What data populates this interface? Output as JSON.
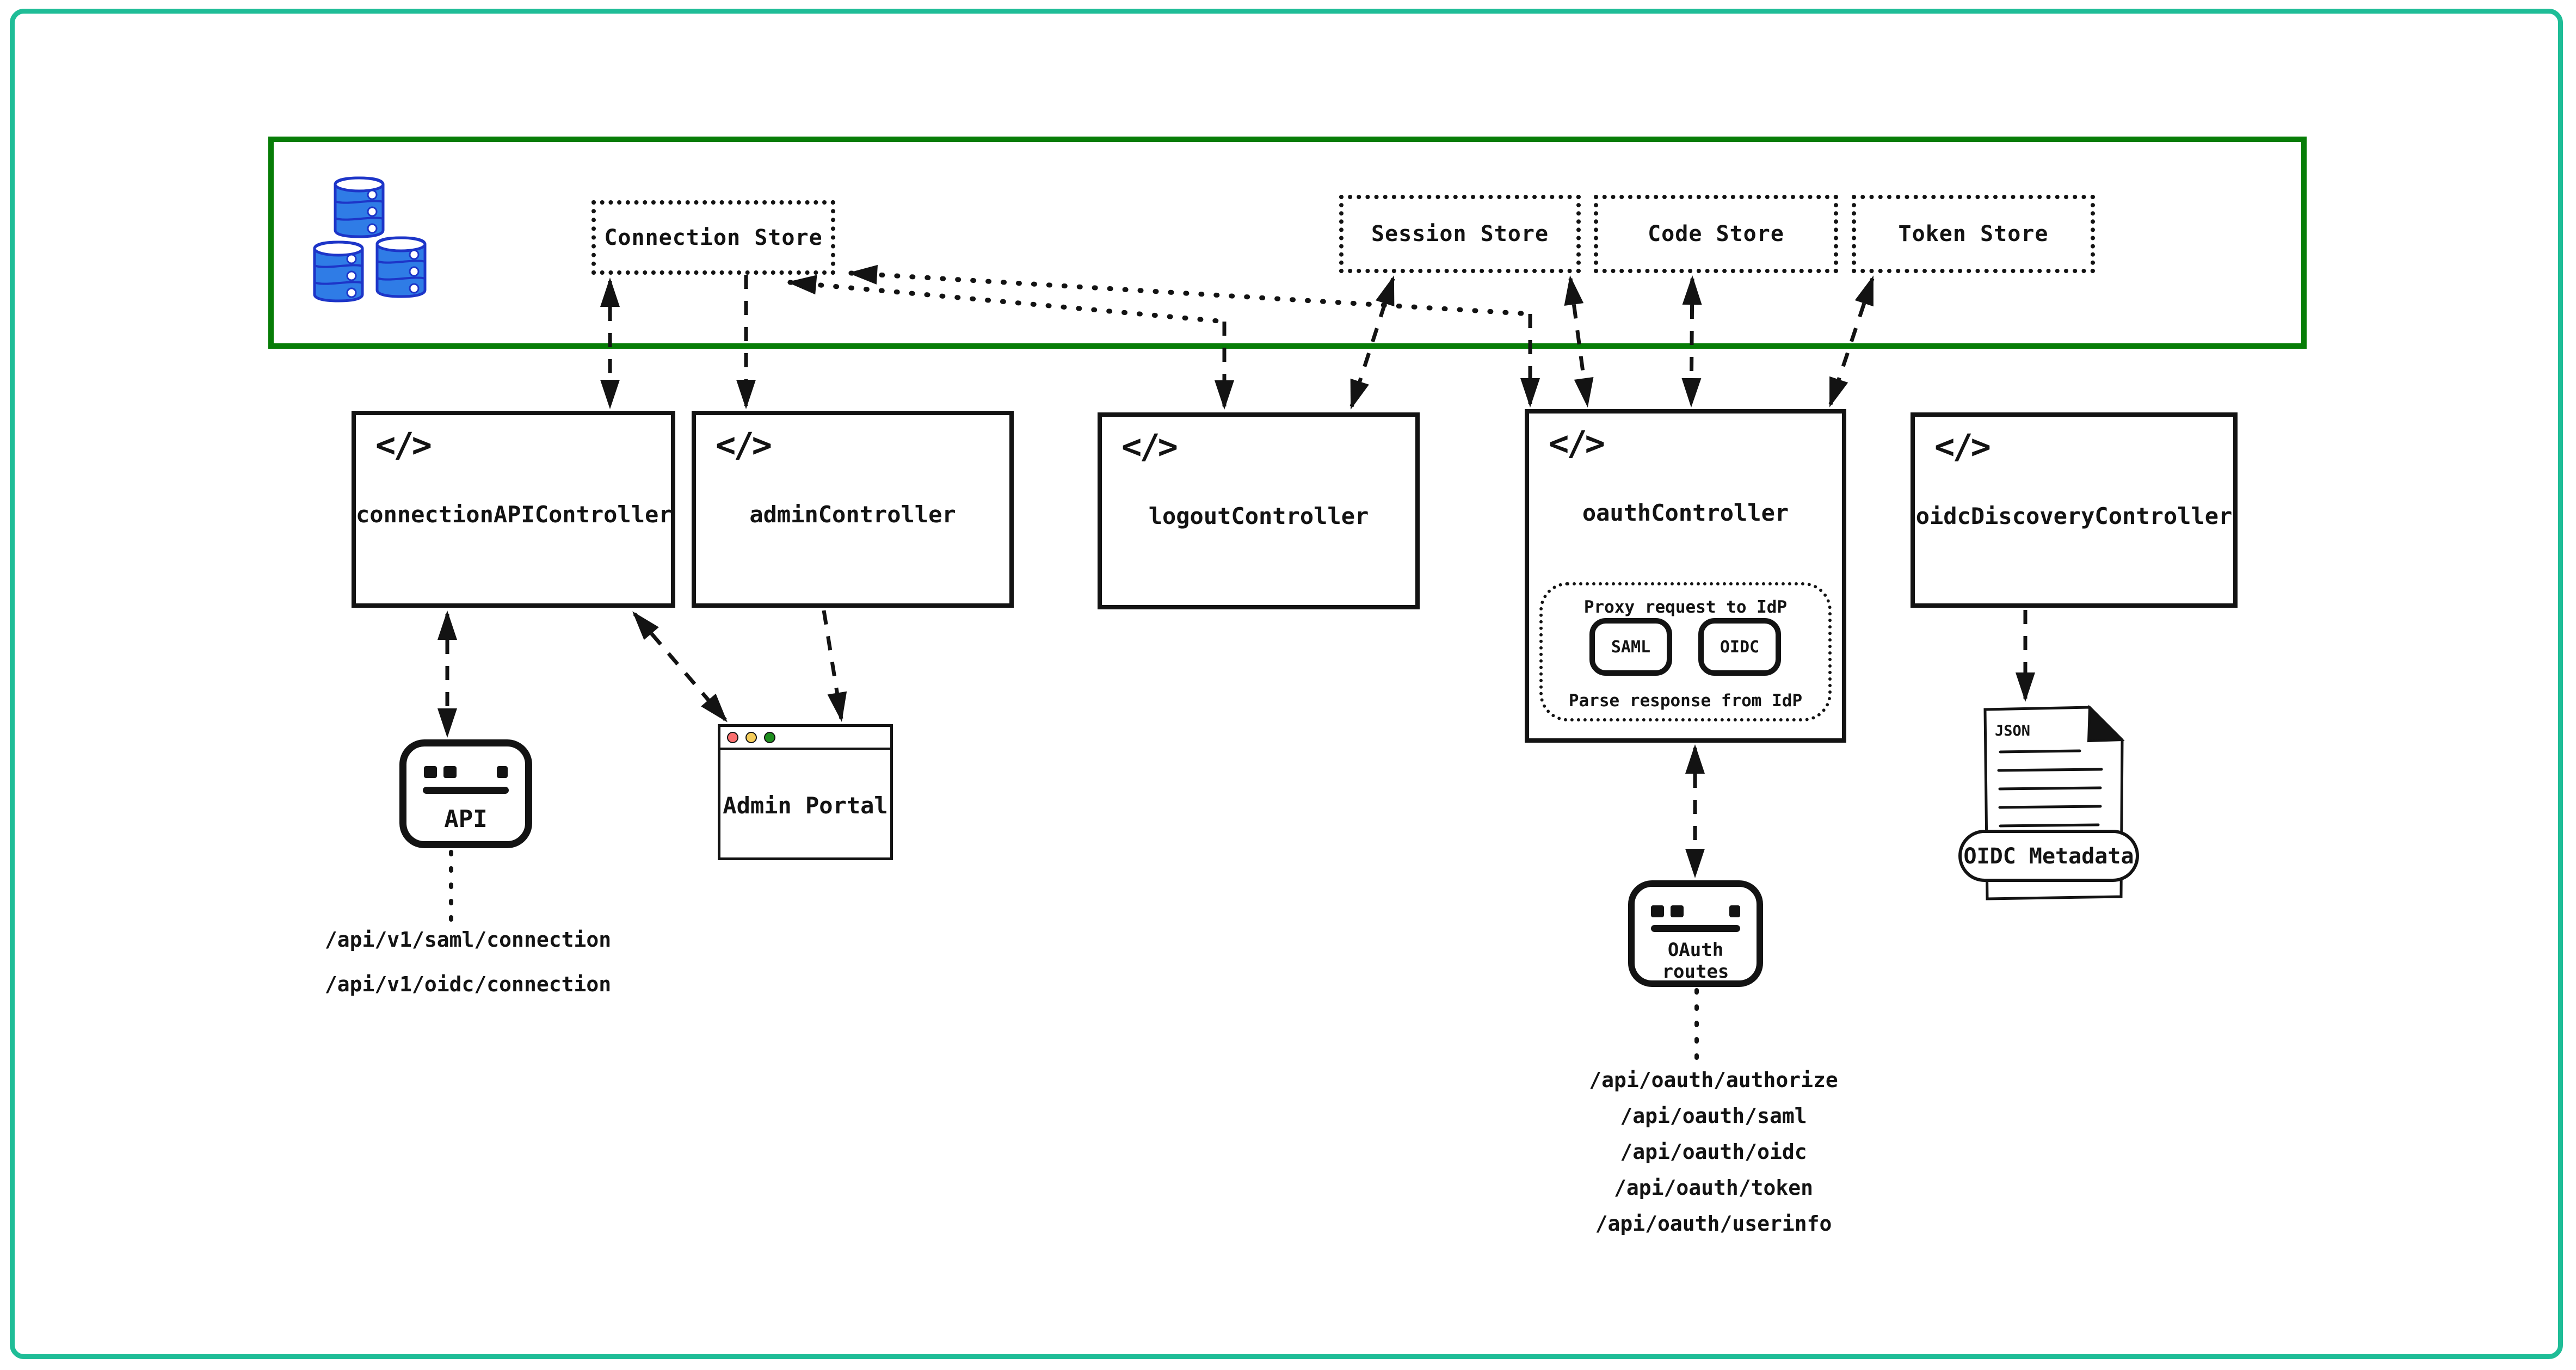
{
  "colors": {
    "frame_teal": "#1fbd97",
    "zone_green": "#077d07",
    "db_fill": "#2f7ce6",
    "db_stroke": "#1d35c8",
    "ink": "#131313",
    "traffic_red": "#fb6f6f",
    "traffic_yellow": "#f5cd5a",
    "traffic_green": "#1e8e1e"
  },
  "storage_zone": {
    "database_icon": "database-cylinders",
    "stores": [
      {
        "label": "Connection Store"
      },
      {
        "label": "Session Store"
      },
      {
        "label": "Code Store"
      },
      {
        "label": "Token Store"
      }
    ]
  },
  "controllers": [
    {
      "icon": "</>",
      "label": "connectionAPIController"
    },
    {
      "icon": "</>",
      "label": "adminController"
    },
    {
      "icon": "</>",
      "label": "logoutController"
    },
    {
      "icon": "</>",
      "label": "oauthController",
      "idp_box": {
        "title": "Proxy request to IdP",
        "protocols": [
          "SAML",
          "OIDC"
        ],
        "footer": "Parse response from IdP"
      }
    },
    {
      "icon": "</>",
      "label": "oidcDiscoveryController"
    }
  ],
  "clients": {
    "api": {
      "label": "API",
      "routes": [
        "/api/v1/saml/connection",
        "/api/v1/oidc/connection"
      ]
    },
    "admin_portal": {
      "label": "Admin Portal"
    },
    "oauth_routes": {
      "label": "OAuth routes",
      "routes": [
        "/api/oauth/authorize",
        "/api/oauth/saml",
        "/api/oauth/oidc",
        "/api/oauth/token",
        "/api/oauth/userinfo"
      ]
    },
    "oidc_metadata": {
      "file_type": "JSON",
      "label": "OIDC Metadata"
    }
  }
}
